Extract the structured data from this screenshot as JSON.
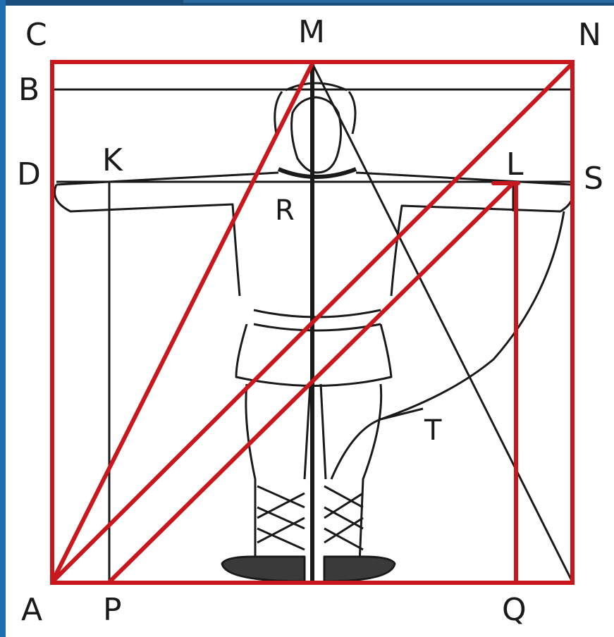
{
  "labels": {
    "C": "C",
    "M": "M",
    "N": "N",
    "B": "B",
    "D": "D",
    "K": "K",
    "L": "L",
    "S": "S",
    "R": "R",
    "T": "T",
    "A": "A",
    "P": "P",
    "Q": "Q"
  },
  "colors": {
    "frame_top": "#1a4e7a",
    "frame_left": "#1d6fb0",
    "red": "#c8181e",
    "ink": "#1a1a1a",
    "paper": "#ffffff"
  }
}
